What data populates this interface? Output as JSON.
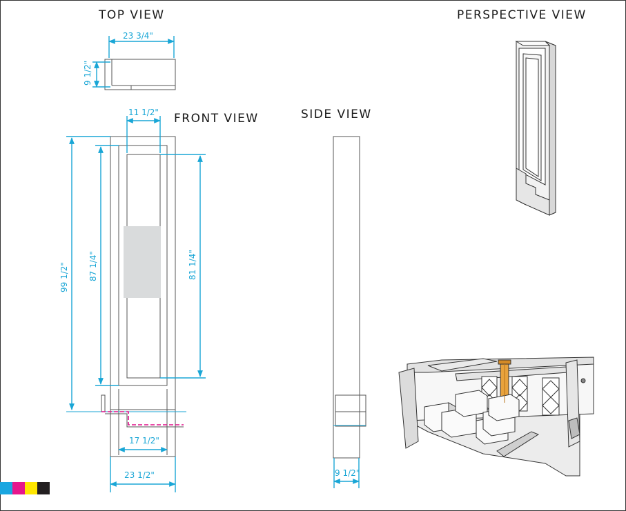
{
  "titles": {
    "top": "TOP  VIEW",
    "front": "FRONT VIEW",
    "side": "SIDE  VIEW",
    "perspective": "PERSPECTIVE VIEW"
  },
  "dimensions": {
    "top_width": "23 3/4\"",
    "top_depth": "9 1/2\"",
    "front_inner_top": "11 1/2\"",
    "front_overall_height": "99 1/2\"",
    "front_frame_height": "87 1/4\"",
    "front_panel_height": "81 1/4\"",
    "front_base_inner": "17 1/2\"",
    "front_base_overall": "23 1/2\"",
    "side_depth": "9 1/2\""
  },
  "colors": {
    "dimension": "#19a6d6",
    "line": "#555555",
    "highlight": "#d9dbdc",
    "wood": "#e8a23c",
    "magenta": "#e0118a",
    "swatches": [
      "#19a6e0",
      "#e6178c",
      "#ffe600",
      "#231f20"
    ]
  }
}
